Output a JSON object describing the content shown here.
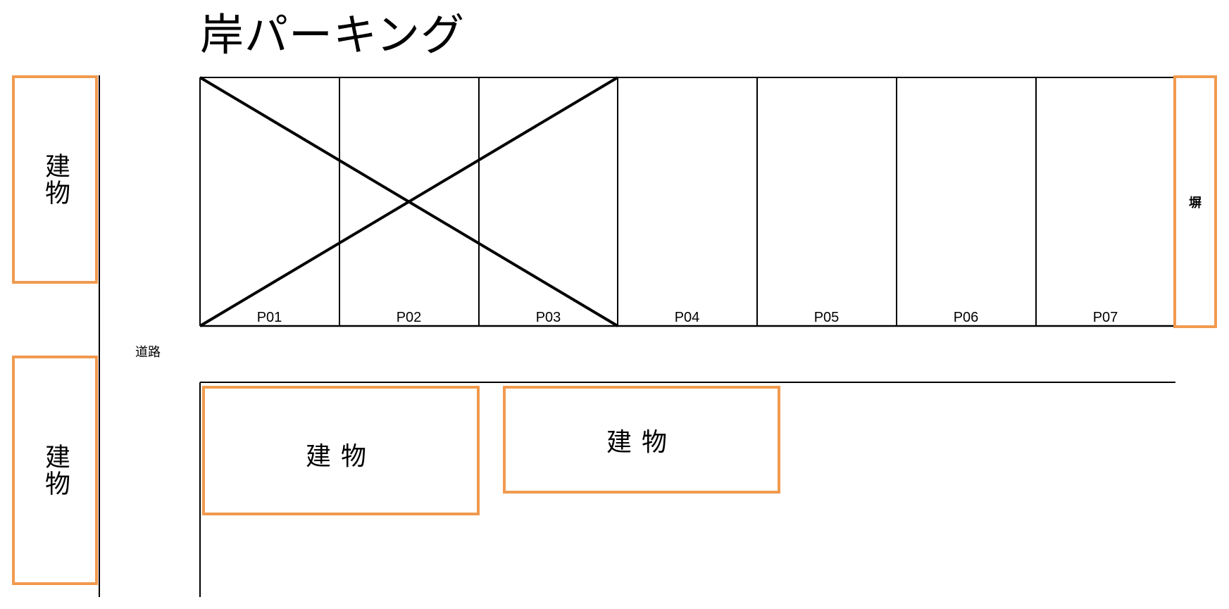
{
  "title": "岸パーキング",
  "parking": {
    "slots": [
      {
        "label": "P01",
        "status": "unavailable"
      },
      {
        "label": "P02",
        "status": "unavailable"
      },
      {
        "label": "P03",
        "status": "unavailable"
      },
      {
        "label": "P04",
        "status": "available"
      },
      {
        "label": "P05",
        "status": "available"
      },
      {
        "label": "P06",
        "status": "available"
      },
      {
        "label": "P07",
        "status": "available"
      }
    ]
  },
  "labels": {
    "road": "道路",
    "fence": "塀",
    "building_left_top": "建物",
    "building_left_bottom": "建物",
    "building_bottom_a": "建物",
    "building_bottom_b": "建物"
  },
  "colors": {
    "building_border": "#f19a4f",
    "lines": "#000000"
  }
}
